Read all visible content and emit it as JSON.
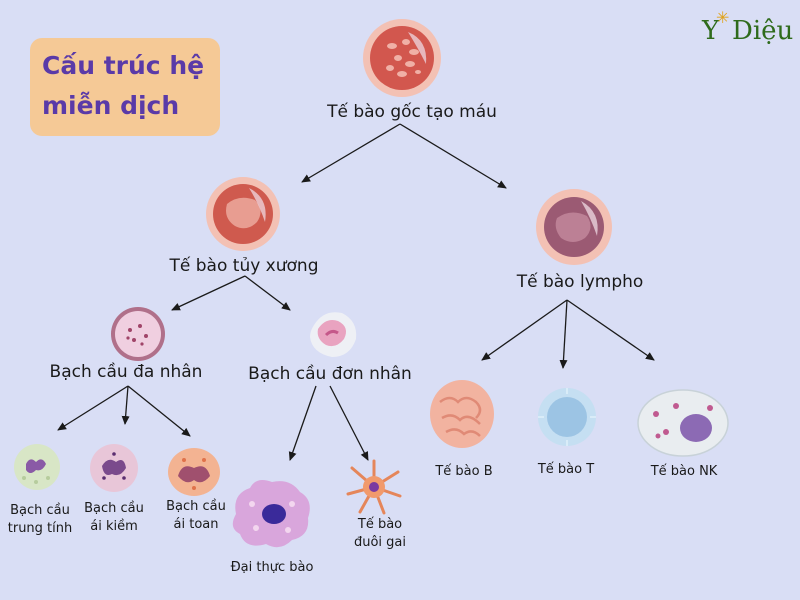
{
  "title": {
    "line1": "Cấu trúc hệ",
    "line2": "miễn dịch"
  },
  "brand": {
    "y": "Y",
    "star": "✳",
    "rest": "Diệu"
  },
  "nodes": {
    "stem": "Tế bào gốc tạo máu",
    "myeloid": "Tế bào tủy xương",
    "lymphoid": "Tế bào lympho",
    "granulocyte": "Bạch cầu đa nhân",
    "monocyte": "Bạch cầu đơn nhân",
    "neutrophil": "Bạch cầu\ntrung tính",
    "basophil": "Bạch cầu\nái kiềm",
    "eosinophil": "Bạch cầu\nái toan",
    "macrophage": "Đại thực bào",
    "dendritic": "Tế bào\nđuôi gai",
    "bcell": "Tế bào B",
    "tcell": "Tế bào T",
    "nkcell": "Tế bào NK"
  },
  "colors": {
    "background": "#d9def5",
    "title_box": "#f5c996",
    "title_text": "#5a3aa8",
    "brand": "#2f6b1c",
    "arrow": "#1a1a1a"
  },
  "icons": {
    "stem": "stem-cell-icon",
    "myeloid": "myeloid-cell-icon",
    "lymphoid": "lymphoid-cell-icon",
    "granulocyte": "granulocyte-icon",
    "monocyte": "monocyte-icon",
    "neutrophil": "neutrophil-icon",
    "basophil": "basophil-icon",
    "eosinophil": "eosinophil-icon",
    "macrophage": "macrophage-icon",
    "dendritic": "dendritic-cell-icon",
    "bcell": "b-cell-icon",
    "tcell": "t-cell-icon",
    "nkcell": "nk-cell-icon"
  }
}
